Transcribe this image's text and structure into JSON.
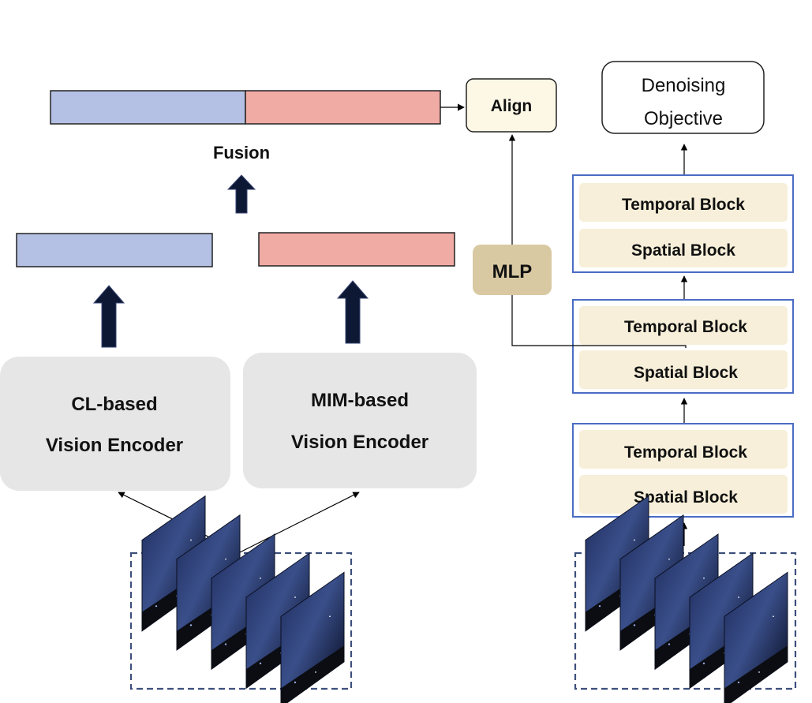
{
  "fusion": {
    "label": "Fusion"
  },
  "align": {
    "label": "Align"
  },
  "mlp": {
    "label": "MLP"
  },
  "denoising": {
    "line1": "Denoising",
    "line2": "Objective"
  },
  "encoders": {
    "cl": {
      "line1": "CL-based",
      "line2": "Vision Encoder"
    },
    "mim": {
      "line1": "MIM-based",
      "line2": "Vision Encoder"
    }
  },
  "stages": [
    {
      "temporal": "Temporal Block",
      "spatial": "Spatial Block"
    },
    {
      "temporal": "Temporal Block",
      "spatial": "Spatial Block"
    },
    {
      "temporal": "Temporal Block",
      "spatial": "Spatial Block"
    }
  ],
  "colors": {
    "cl_feature": "#b4c0e4",
    "mim_feature": "#f0aba4",
    "encoder_box": "#e6e6e6",
    "block_fill": "#f7efd9",
    "stage_border": "#4a6cc4",
    "mlp_fill": "#d9c9a2",
    "align_fill": "#fdf8e6",
    "thick_arrow": "#0c1834",
    "frames_border": "#3d4f7c"
  },
  "icons": {
    "video_frames": "video-frames-icon",
    "thick_arrow": "thick-up-arrow-icon"
  }
}
